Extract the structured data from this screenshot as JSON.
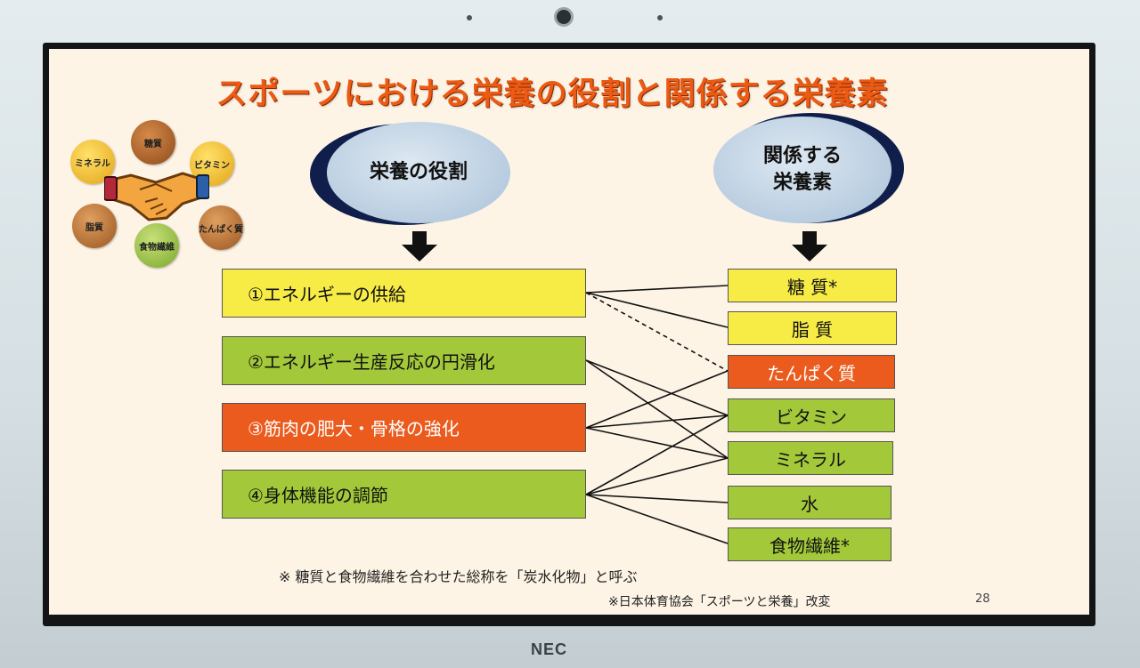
{
  "device": {
    "brand": "NEC"
  },
  "slide": {
    "title": "スポーツにおける栄養の役割と関係する栄養素",
    "left_header": "栄養の役割",
    "right_header_line1": "関係する",
    "right_header_line2": "栄養素",
    "roles": [
      {
        "label": "①エネルギーの供給",
        "color": "yellow"
      },
      {
        "label": "②エネルギー生産反応の円滑化",
        "color": "green"
      },
      {
        "label": "③筋肉の肥大・骨格の強化",
        "color": "orange"
      },
      {
        "label": "④身体機能の調節",
        "color": "green"
      }
    ],
    "nutrients": [
      {
        "label": "糖 質*",
        "color": "yellow"
      },
      {
        "label": "脂 質",
        "color": "yellow"
      },
      {
        "label": "たんぱく質",
        "color": "orange"
      },
      {
        "label": "ビタミン",
        "color": "green"
      },
      {
        "label": "ミネラル",
        "color": "green"
      },
      {
        "label": "水",
        "color": "green"
      },
      {
        "label": "食物繊維*",
        "color": "green"
      }
    ],
    "logo_nutrients": {
      "top": "糖質",
      "upper_right": "ビタミン",
      "lower_right": "たんぱく質",
      "bottom": "食物繊維",
      "lower_left": "脂質",
      "upper_left": "ミネラル"
    },
    "note": "※ 糖質と食物繊維を合わせた総称を「炭水化物」と呼ぶ",
    "source": "※日本体育協会「スポーツと栄養」改変",
    "page_number": "28"
  },
  "colors": {
    "title": "#ec5a13",
    "yellow": "#f7ec45",
    "green": "#a3c93a",
    "orange": "#ea5b1d",
    "ellipse_fill": "#b9cde0",
    "ellipse_shadow": "#0f1e4a"
  },
  "icons": [
    "handshake-icon",
    "arrow-down-icon"
  ]
}
